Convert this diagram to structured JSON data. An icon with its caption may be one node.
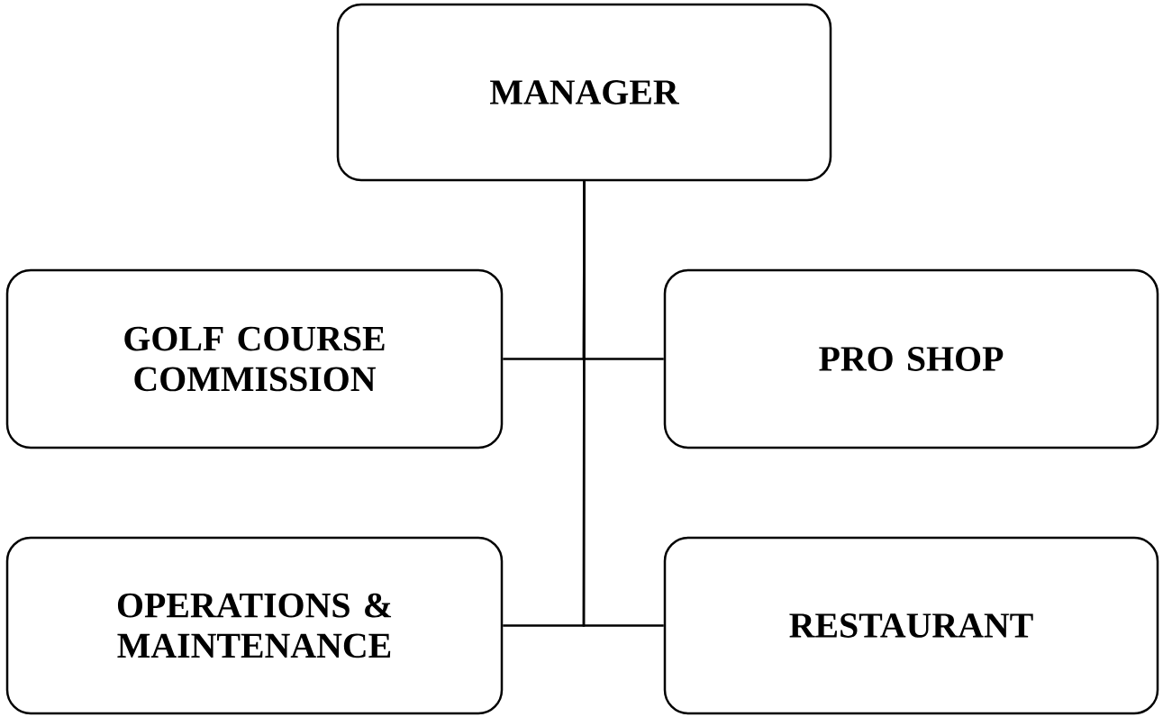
{
  "diagram": {
    "nodes": [
      {
        "text": [
          "MANAGER"
        ]
      },
      {
        "text": [
          "GOLF COURSE COMMISSION"
        ]
      },
      {
        "text": [
          "PRO SHOP"
        ]
      },
      {
        "text": [
          "OPERATIONS & MAINTENANCE"
        ]
      },
      {
        "text": [
          "RESTAURANT"
        ]
      }
    ],
    "edges": [
      {
        "from": 0,
        "to": 1,
        "arrow": "none"
      },
      {
        "from": 0,
        "to": 2,
        "arrow": "none"
      },
      {
        "from": 0,
        "to": 3,
        "arrow": "none"
      },
      {
        "from": 0,
        "to": 4,
        "arrow": "none"
      }
    ]
  }
}
